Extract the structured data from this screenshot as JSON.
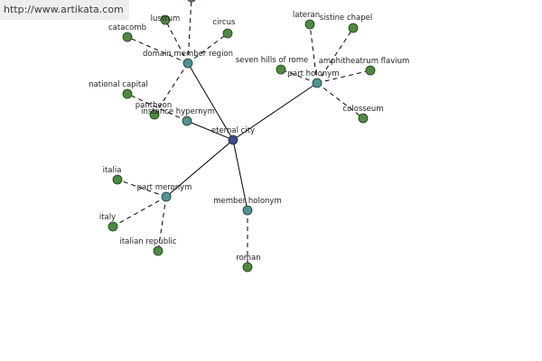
{
  "header": {
    "source_link": "http://www.artikata.com"
  },
  "colors": {
    "center": "#3c4a8c",
    "relation": "#4f9294",
    "term": "#4e8a3e"
  },
  "graph": {
    "center": {
      "id": "eternal-city",
      "label": "eternal city"
    },
    "relations": [
      {
        "id": "domain-member-region",
        "label": "domain member region"
      },
      {
        "id": "instance-hypernym",
        "label": "instance hypernym"
      },
      {
        "id": "part-holonym",
        "label": "part holonym"
      },
      {
        "id": "part-meronym",
        "label": "part meronym"
      },
      {
        "id": "member-holonym",
        "label": "member holonym"
      }
    ],
    "terms": [
      {
        "id": "catacomb",
        "label": "catacomb",
        "relation": "domain-member-region"
      },
      {
        "id": "lustrum",
        "label": "lustrum",
        "relation": "domain-member-region"
      },
      {
        "id": "circus",
        "label": "circus",
        "relation": "domain-member-region"
      },
      {
        "id": "pantheon",
        "label": "pantheon",
        "relation": "domain-member-region"
      },
      {
        "id": "offscreen-term",
        "label": "",
        "relation": "domain-member-region"
      },
      {
        "id": "national-capital",
        "label": "national capital",
        "relation": "instance-hypernym"
      },
      {
        "id": "lateran",
        "label": "lateran",
        "relation": "part-holonym"
      },
      {
        "id": "sistine-chapel",
        "label": "sistine chapel",
        "relation": "part-holonym"
      },
      {
        "id": "seven-hills-of-rome",
        "label": "seven hills of rome",
        "relation": "part-holonym"
      },
      {
        "id": "amphitheatrum-flavium",
        "label": "amphitheatrum flavium",
        "relation": "part-holonym"
      },
      {
        "id": "colosseum",
        "label": "colosseum",
        "relation": "part-holonym"
      },
      {
        "id": "italia",
        "label": "italia",
        "relation": "part-meronym"
      },
      {
        "id": "italy",
        "label": "italy",
        "relation": "part-meronym"
      },
      {
        "id": "italian-republic",
        "label": "italian republic",
        "relation": "part-meronym"
      },
      {
        "id": "roman",
        "label": "roman",
        "relation": "member-holonym"
      }
    ]
  }
}
